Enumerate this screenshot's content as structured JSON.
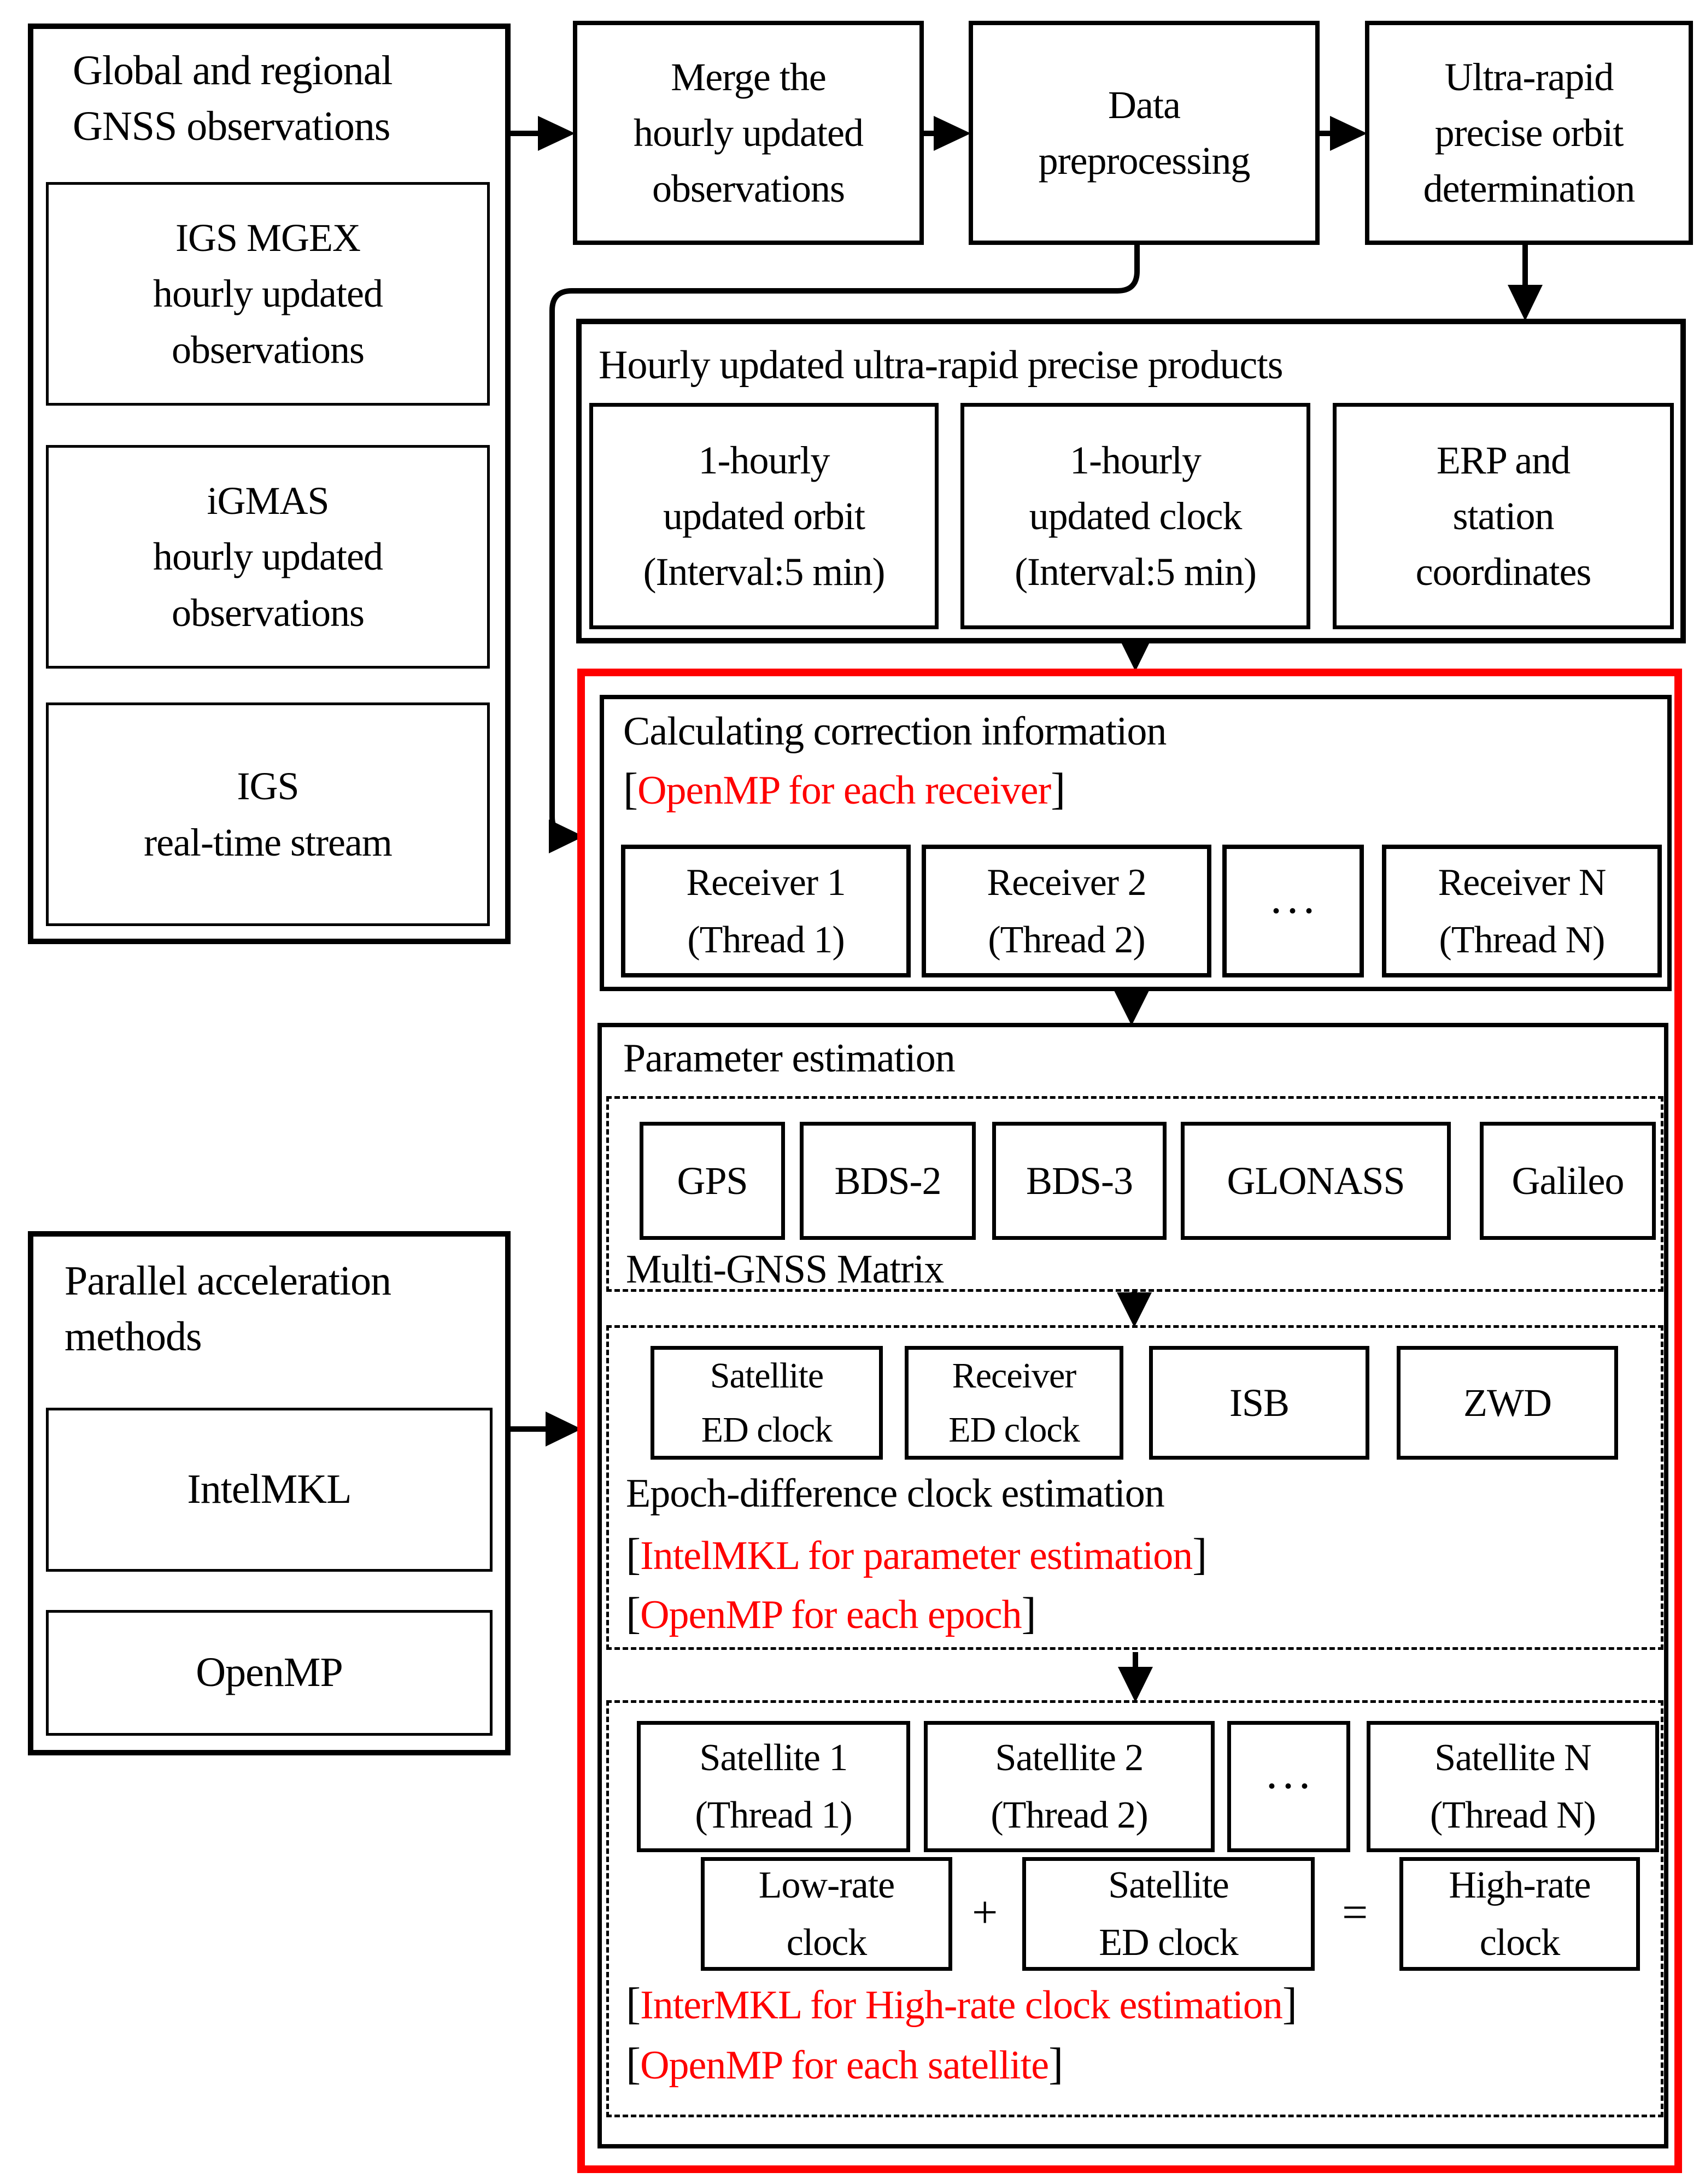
{
  "colors": {
    "accent_red": "#ff0000",
    "ink": "#000000",
    "background": "#ffffff"
  },
  "ui": {
    "bracket_open": "[",
    "bracket_close": "]",
    "plus": "+",
    "equals": "=",
    "ellipsis": "···"
  },
  "inputs": {
    "title": [
      "Global and regional",
      "GNSS observations"
    ],
    "items": [
      [
        "IGS MGEX",
        "hourly updated",
        "observations"
      ],
      [
        "iGMAS",
        "hourly updated",
        "observations"
      ],
      [
        "IGS",
        "real-time stream"
      ]
    ]
  },
  "pipeline": {
    "merge": [
      "Merge the",
      "hourly updated",
      "observations"
    ],
    "preprocess": [
      "Data",
      "preprocessing"
    ],
    "orbit": [
      "Ultra-rapid",
      "precise orbit",
      "determination"
    ]
  },
  "products": {
    "title": "Hourly updated ultra-rapid precise products",
    "orbit": [
      "1-hourly",
      "updated orbit",
      "(Interval:5 min)"
    ],
    "clock": [
      "1-hourly",
      "updated clock",
      "(Interval:5 min)"
    ],
    "erp": [
      "ERP and",
      "station",
      "coordinates"
    ]
  },
  "correction": {
    "title": "Calculating correction information",
    "note": "OpenMP for each receiver",
    "receivers": [
      [
        "Receiver 1",
        "(Thread 1)"
      ],
      [
        "Receiver 2",
        "(Thread 2)"
      ],
      [
        "Receiver N",
        "(Thread N)"
      ]
    ]
  },
  "estimation": {
    "title": "Parameter estimation",
    "gnss": [
      "GPS",
      "BDS-2",
      "BDS-3",
      "GLONASS",
      "Galileo"
    ],
    "gnss_caption": "Multi-GNSS Matrix",
    "epoch": {
      "params": [
        [
          "Satellite",
          "ED clock"
        ],
        [
          "Receiver",
          "ED clock"
        ]
      ],
      "isb": "ISB",
      "zwd": "ZWD",
      "caption": "Epoch-difference clock estimation",
      "notes": [
        "IntelMKL for parameter estimation",
        "OpenMP for each epoch"
      ]
    },
    "highrate": {
      "satellites": [
        [
          "Satellite 1",
          "(Thread 1)"
        ],
        [
          "Satellite 2",
          "(Thread 2)"
        ],
        [
          "Satellite N",
          "(Thread N)"
        ]
      ],
      "low": [
        "Low-rate",
        "clock"
      ],
      "ed": [
        "Satellite",
        "ED clock"
      ],
      "high": [
        "High-rate",
        "clock"
      ],
      "notes": [
        "InterMKL for High-rate clock estimation",
        "OpenMP for each satellite"
      ]
    }
  },
  "parallel": {
    "title": [
      "Parallel acceleration",
      "methods"
    ],
    "items": [
      "IntelMKL",
      "OpenMP"
    ]
  }
}
